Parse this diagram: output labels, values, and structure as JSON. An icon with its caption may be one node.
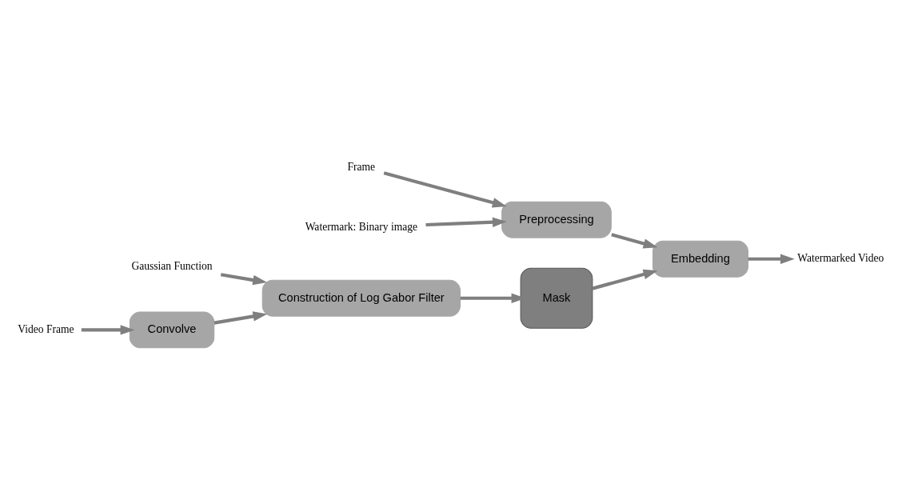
{
  "diagram": {
    "nodes": [
      {
        "text": [
          "Frame"
        ]
      },
      {
        "text": [
          "Watermark: Binary image"
        ]
      },
      {
        "text": [
          "Preprocessing"
        ]
      },
      {
        "text": [
          "Embedding"
        ]
      },
      {
        "text": [
          "Watermarked Video"
        ]
      },
      {
        "text": [
          "Gaussian Function"
        ]
      },
      {
        "text": [
          "Construction of Log Gabor Filter"
        ]
      },
      {
        "text": [
          "Mask"
        ]
      },
      {
        "text": [
          "Video Frame"
        ]
      },
      {
        "text": [
          "Convolve"
        ]
      }
    ],
    "edges": [
      {
        "from": 0,
        "to": 2,
        "arrow": "to"
      },
      {
        "from": 1,
        "to": 2,
        "arrow": "to"
      },
      {
        "from": 2,
        "to": 3,
        "arrow": "to"
      },
      {
        "from": 7,
        "to": 3,
        "arrow": "to"
      },
      {
        "from": 3,
        "to": 4,
        "arrow": "to"
      },
      {
        "from": 5,
        "to": 6,
        "arrow": "to"
      },
      {
        "from": 6,
        "to": 7,
        "arrow": "to"
      },
      {
        "from": 9,
        "to": 6,
        "arrow": "to"
      },
      {
        "from": 8,
        "to": 9,
        "arrow": "to"
      }
    ]
  }
}
